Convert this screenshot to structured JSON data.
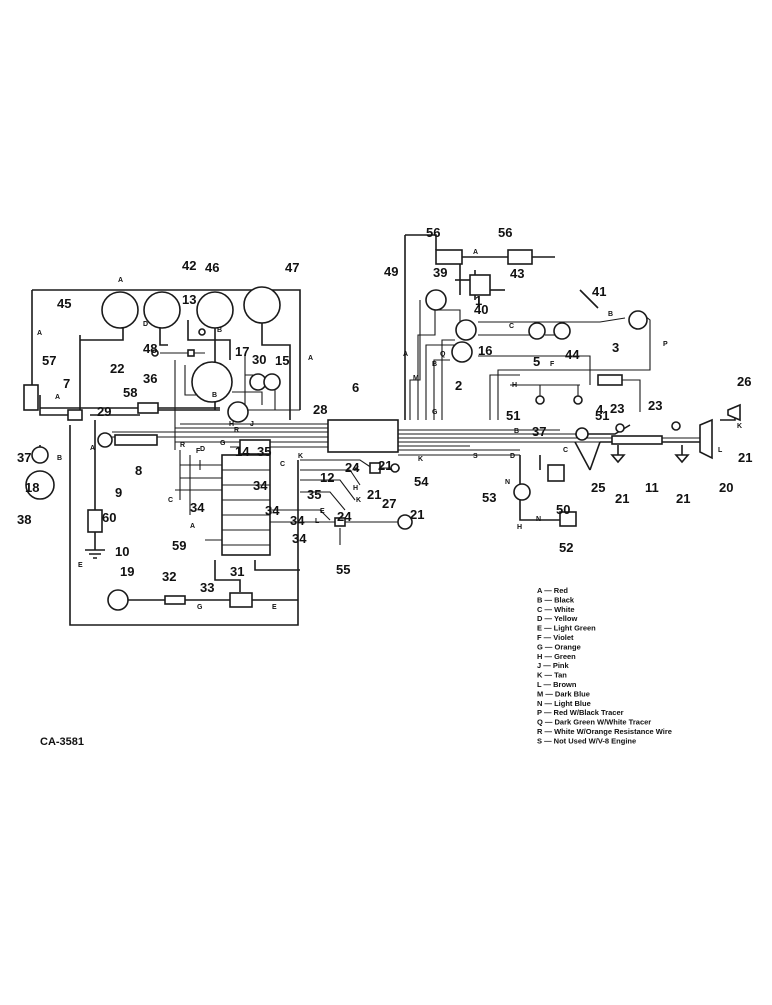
{
  "drawing_code": "CA-3581",
  "part_numbers": [
    "1",
    "2",
    "3",
    "4",
    "5",
    "6",
    "7",
    "8",
    "9",
    "10",
    "11",
    "12",
    "13",
    "14",
    "15",
    "16",
    "17",
    "18",
    "19",
    "20",
    "21",
    "22",
    "23",
    "24",
    "25",
    "26",
    "27",
    "28",
    "29",
    "30",
    "31",
    "32",
    "33",
    "34",
    "35",
    "36",
    "37",
    "38",
    "39",
    "40",
    "41",
    "42",
    "43",
    "44",
    "45",
    "46",
    "47",
    "48",
    "49",
    "50",
    "51",
    "52",
    "53",
    "54",
    "55",
    "56",
    "57",
    "58",
    "59",
    "60"
  ],
  "wire_letters": [
    "A",
    "B",
    "C",
    "D",
    "E",
    "F",
    "G",
    "H",
    "J",
    "K",
    "L",
    "M",
    "N",
    "P",
    "Q",
    "R",
    "S"
  ],
  "legend": [
    "A — Red",
    "B — Black",
    "C — White",
    "D — Yellow",
    "E — Light Green",
    "F — Violet",
    "G — Orange",
    "H — Green",
    "J — Pink",
    "K — Tan",
    "L — Brown",
    "M — Dark Blue",
    "N — Light Blue",
    "P — Red W/Black Tracer",
    "Q — Dark Green W/White Tracer",
    "R — White W/Orange Resistance Wire",
    "S — Not Used W/V-8 Engine"
  ]
}
